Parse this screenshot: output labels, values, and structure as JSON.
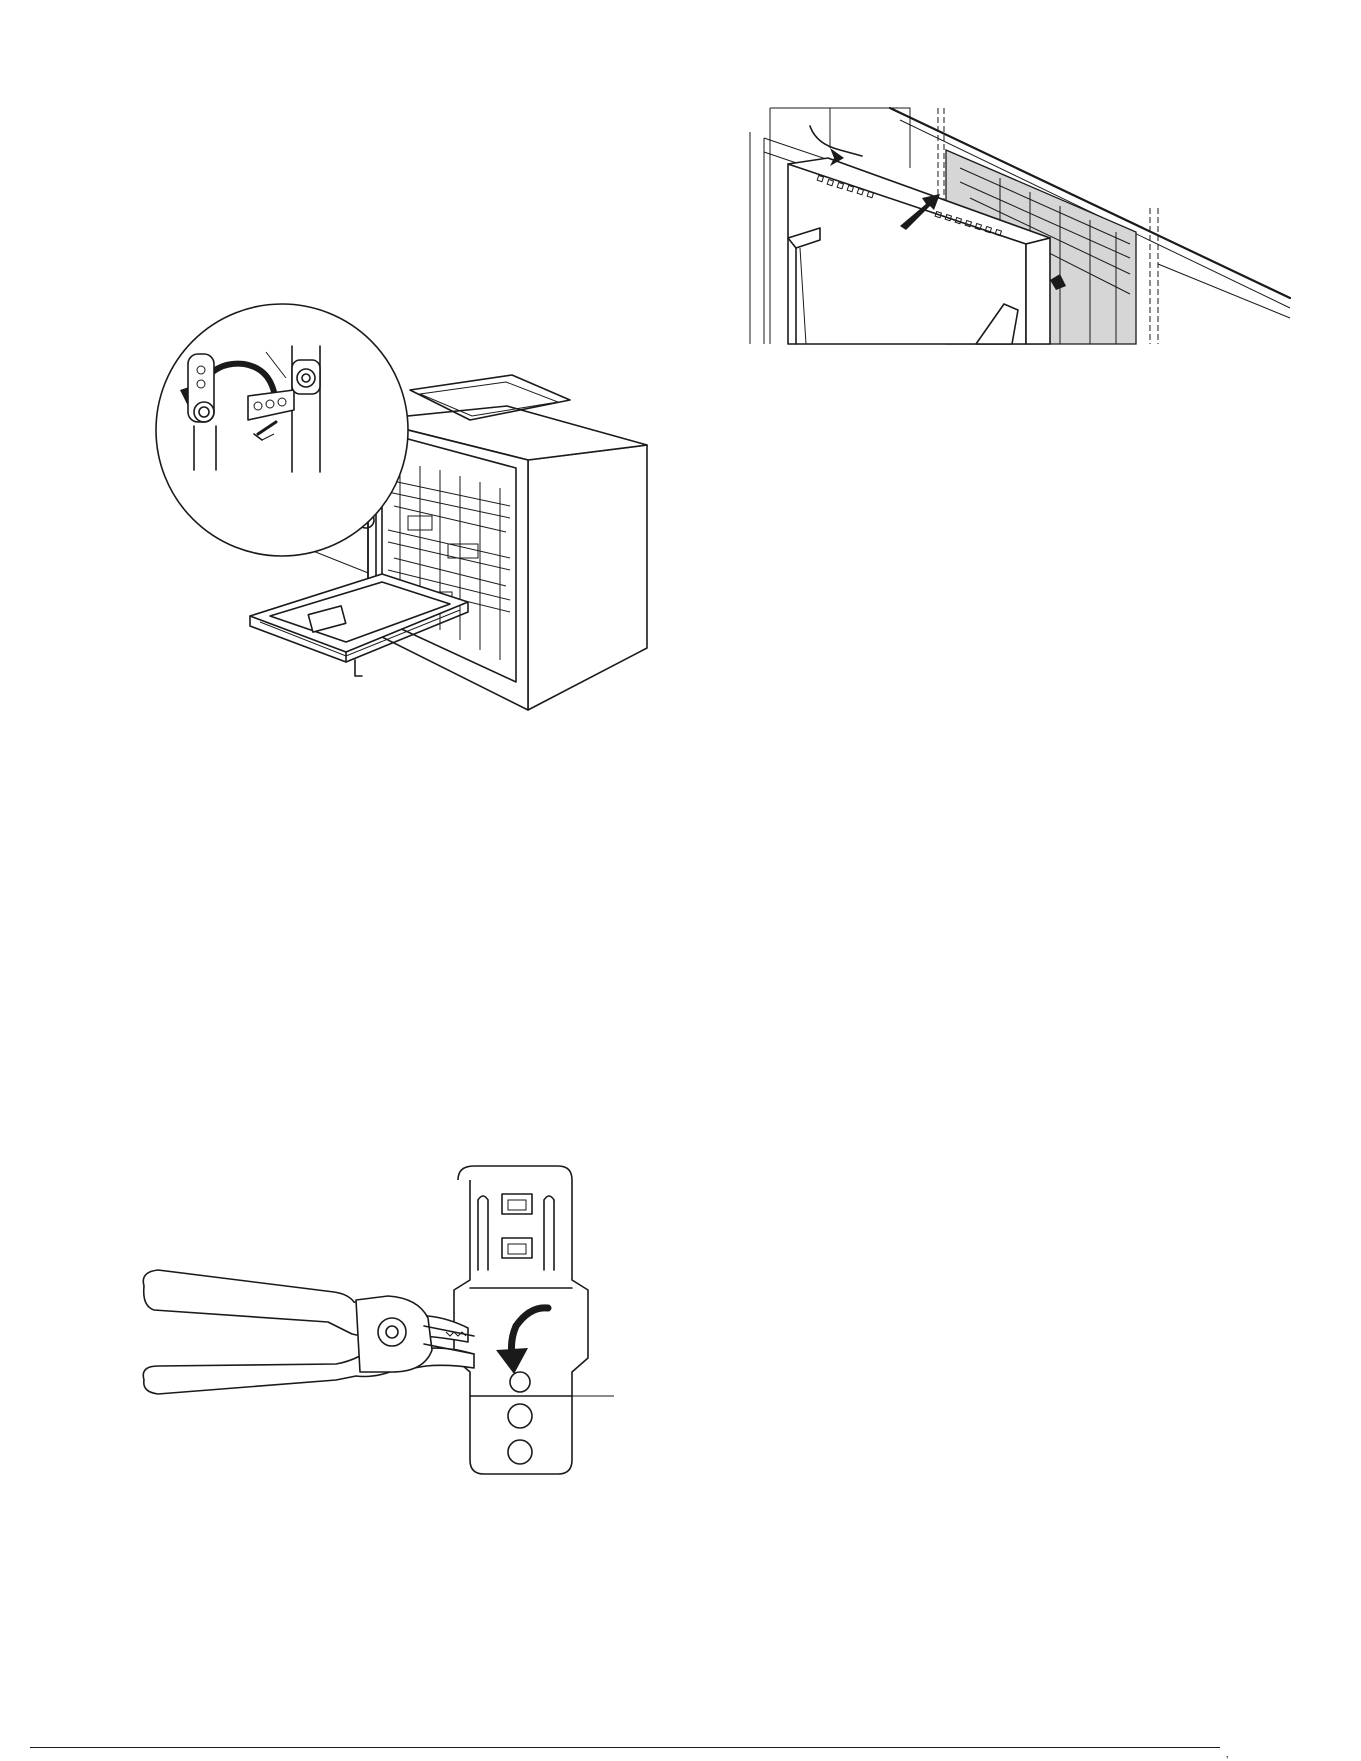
{
  "figures": [
    {
      "id": "open-dishwasher-bracket-detail",
      "icon": "open-dishwasher-with-mounting-bracket-magnified"
    },
    {
      "id": "door-panel-installed",
      "icon": "dishwasher-door-between-cabinets"
    },
    {
      "id": "pliers-bending-bracket-tab",
      "icon": "pliers-bending-bracket"
    }
  ],
  "footer": {
    "mark": "‚"
  },
  "colors": {
    "line": "#1a1a1a",
    "shade": "#d6d6d6",
    "paper": "#ffffff"
  }
}
